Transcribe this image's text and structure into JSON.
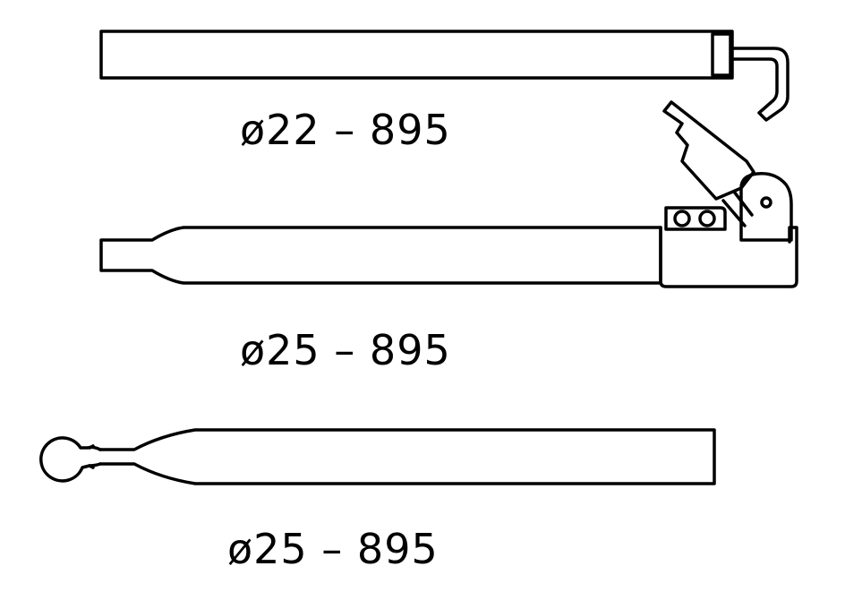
{
  "colors": {
    "ink": "#000000",
    "background": "#ffffff"
  },
  "poles": [
    {
      "id": "pole-1",
      "label": "ø22 – 895",
      "end_fitting": "hook"
    },
    {
      "id": "pole-2",
      "label": "ø25 – 895",
      "end_fitting": "clamp"
    },
    {
      "id": "pole-3",
      "label": "ø25 – 895",
      "end_fitting": "ring"
    }
  ]
}
